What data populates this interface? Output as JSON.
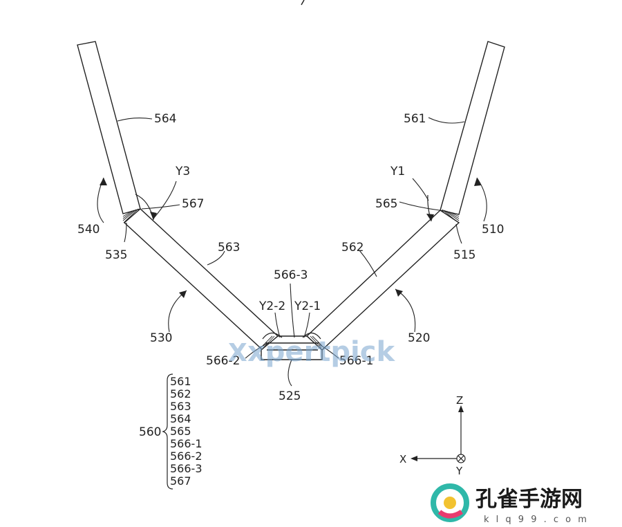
{
  "labels": {
    "l561": "561",
    "l562": "562",
    "l563": "563",
    "l564": "564",
    "l565": "565",
    "l567": "567",
    "l510": "510",
    "l515": "515",
    "l520": "520",
    "l525": "525",
    "l530": "530",
    "l535": "535",
    "l540": "540",
    "y1": "Y1",
    "y3": "Y3",
    "y21": "Y2-1",
    "y22": "Y2-2",
    "l5661": "566-1",
    "l5662": "566-2",
    "l5663": "566-3"
  },
  "legend": {
    "group": "560",
    "items": [
      "561",
      "562",
      "563",
      "564",
      "565",
      "566-1",
      "566-2",
      "566-3",
      "567"
    ]
  },
  "axes": {
    "z": "Z",
    "x": "X",
    "y": "Y"
  },
  "watermarks": {
    "xpert": "xpertpick",
    "brand": "孔雀手游网",
    "site": "k l q 9 9 . c o m"
  }
}
